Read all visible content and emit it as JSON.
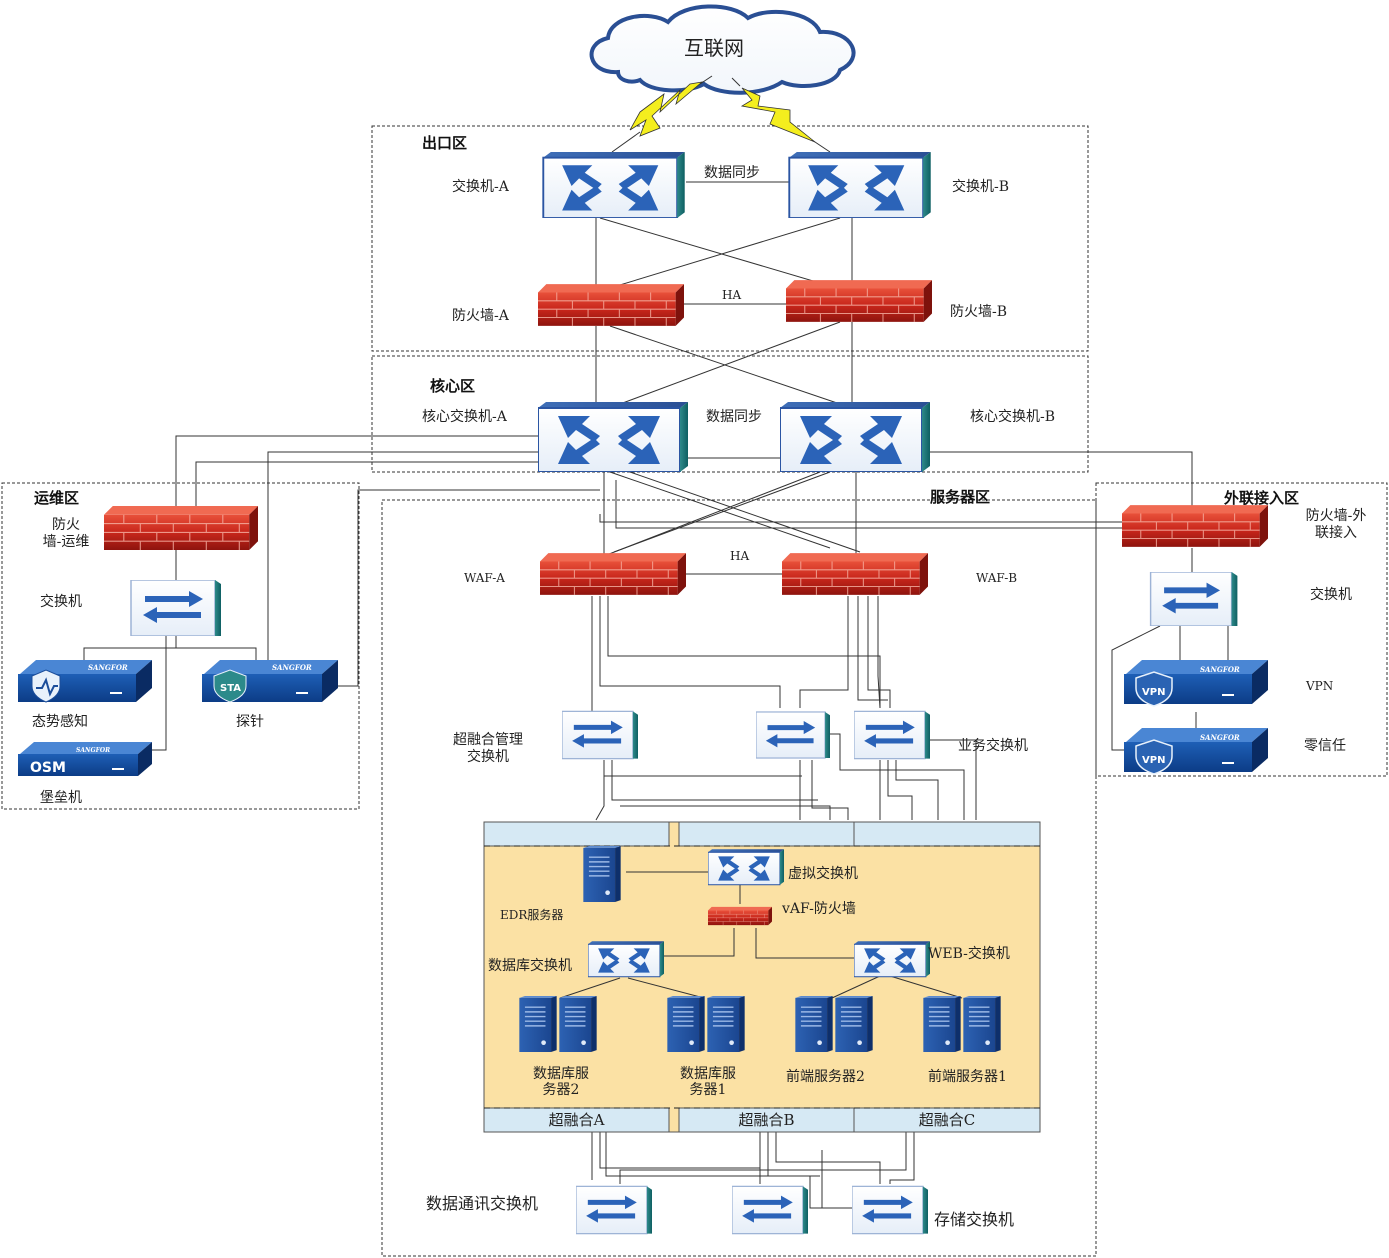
{
  "internet": {
    "label": "互联网"
  },
  "zones": {
    "exit": "出口区",
    "core": "核心区",
    "ops": "运维区",
    "server": "服务器区",
    "external": "外联接入区"
  },
  "exit_zone": {
    "switch_a": "交换机-A",
    "switch_b": "交换机-B",
    "sync": "数据同步",
    "fw_a": "防火墙-A",
    "fw_b": "防火墙-B",
    "ha": "HA"
  },
  "core_zone": {
    "core_a": "核心交换机-A",
    "core_b": "核心交换机-B",
    "sync": "数据同步"
  },
  "ops_zone": {
    "firewall": "防火\n墙-运维",
    "switch": "交换机",
    "situation": "态势感知",
    "probe": "探针",
    "bastion": "堡垒机"
  },
  "server_zone": {
    "waf_a": "WAF-A",
    "waf_b": "WAF-B",
    "ha": "HA",
    "hci_mgmt_switch": "超融合管理\n交换机",
    "biz_switch": "业务交换机",
    "virtual_switch": "虚拟交换机",
    "edr": "EDR服务器",
    "vaf": "vAF-防火墙",
    "db_switch": "数据库交换机",
    "web_switch": "WEB-交换机",
    "db2": "数据库服\n务器2",
    "db1": "数据库服\n务器1",
    "fe2": "前端服务器2",
    "fe1": "前端服务器1",
    "hci_a": "超融合A",
    "hci_b": "超融合B",
    "hci_c": "超融合C",
    "data_comm_switch": "数据通讯交换机",
    "storage_switch": "存储交换机"
  },
  "external_zone": {
    "firewall": "防火墙-外\n联接入",
    "switch": "交换机",
    "vpn": "VPN",
    "zero_trust": "零信任"
  },
  "appliance_text": {
    "brand": "SANGFOR",
    "sta": "STA",
    "osm": "OSM",
    "vpn": "VPN"
  }
}
